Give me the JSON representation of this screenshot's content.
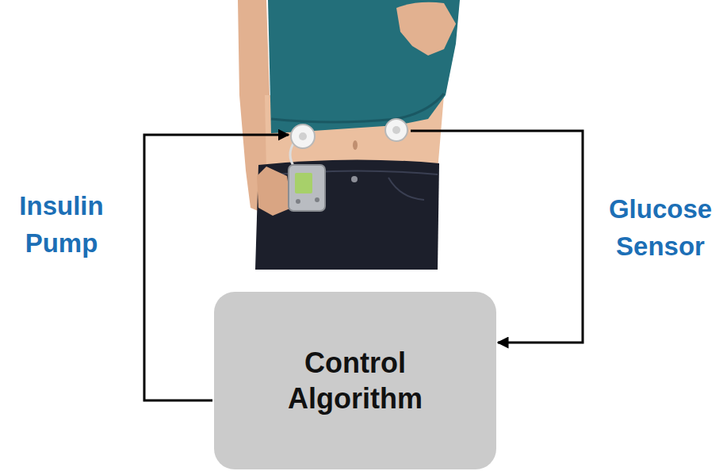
{
  "diagram": {
    "nodes": [
      {
        "text": [
          "Control Algorithm"
        ]
      }
    ],
    "labels": [
      "Insulin Pump",
      "Glucose Sensor"
    ]
  }
}
